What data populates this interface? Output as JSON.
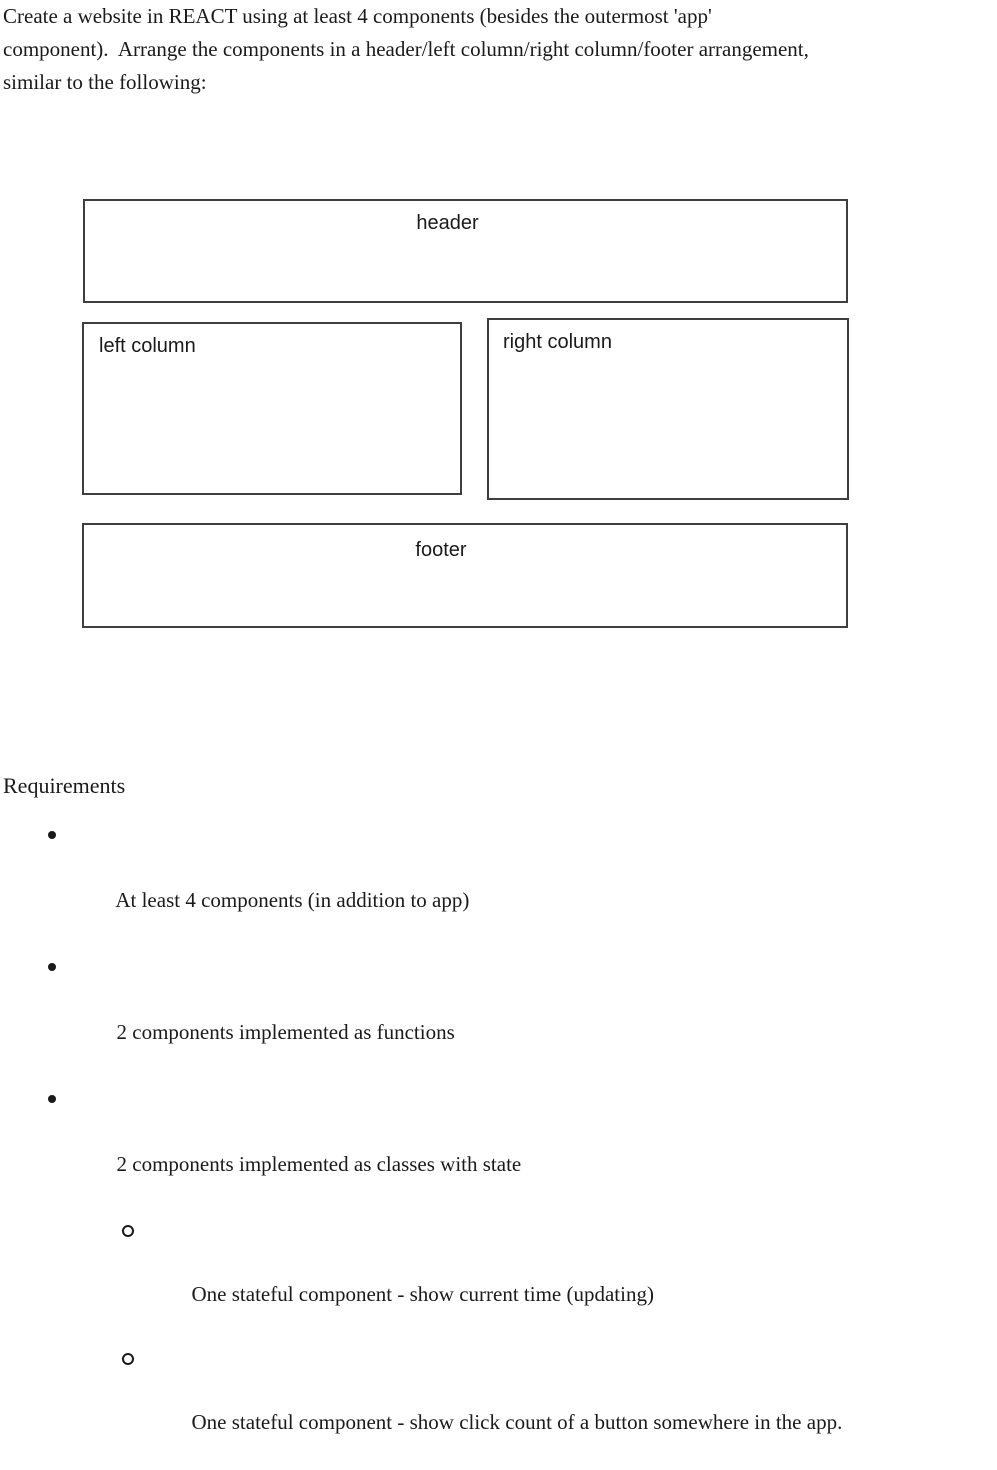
{
  "colors": {
    "background": "#ffffff",
    "text": "#1a1a1a",
    "box_border": "#3f3f3f"
  },
  "intro": {
    "lines": [
      "Create a website in REACT using at least 4 components (besides the outermost 'app'",
      "component).  Arrange the components in a header/left column/right column/footer arrangement,",
      "similar to the following:"
    ]
  },
  "diagram": {
    "header_label": "header",
    "left_label": "left column",
    "right_label": "right column",
    "footer_label": "footer"
  },
  "requirements": {
    "title": "Requirements",
    "items": [
      {
        "text": "At least 4 components (in addition to app)"
      },
      {
        "text": "2 components implemented as functions"
      },
      {
        "text": "2 components implemented as classes with state"
      }
    ],
    "subitems": [
      "One stateful component - show current time (updating)",
      "One stateful component - show click count of a button somewhere in the app."
    ]
  }
}
